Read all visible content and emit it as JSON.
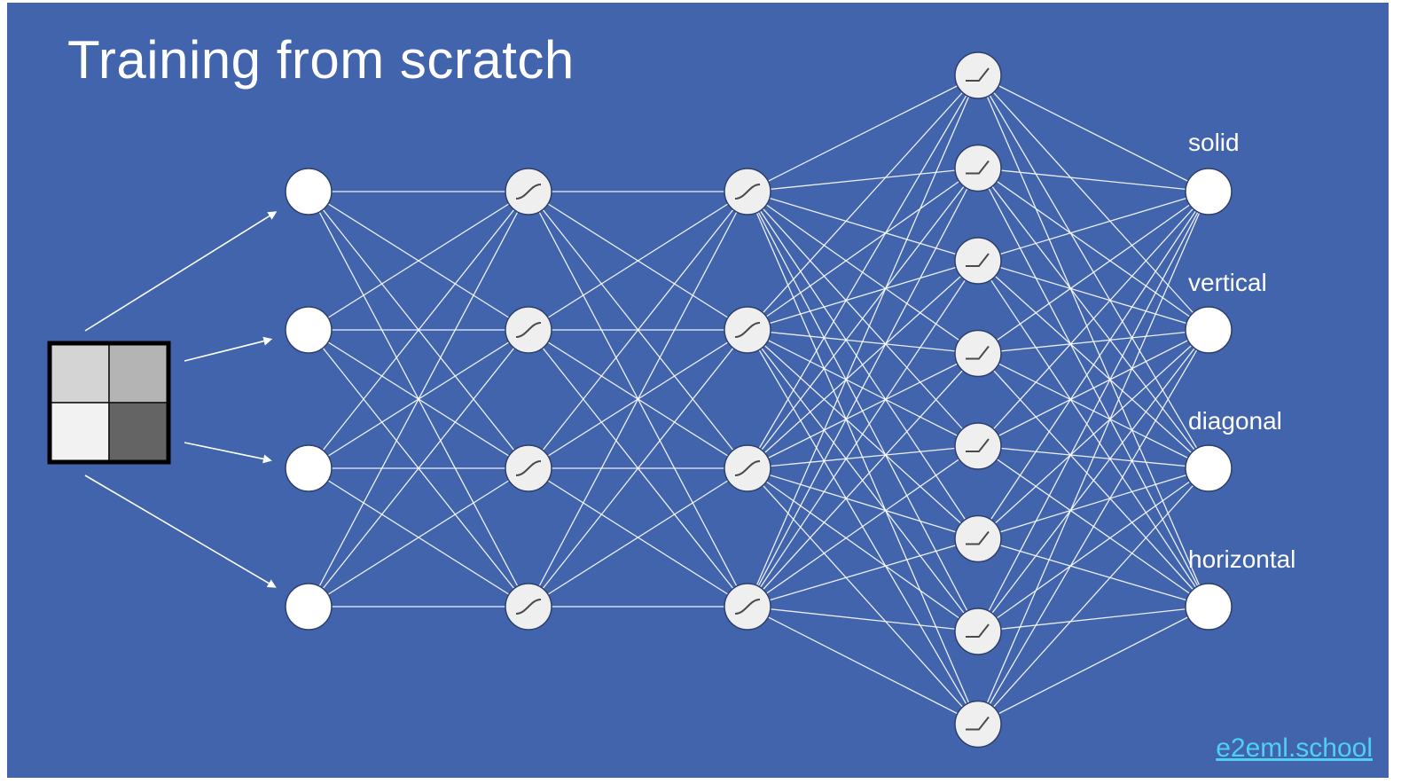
{
  "slide": {
    "title": "Training from scratch",
    "link_text": "e2eml.school"
  },
  "network": {
    "input_pixels": [
      "#d4d4d4",
      "#b4b4b4",
      "#f2f2f2",
      "#646464"
    ],
    "layers": [
      {
        "count": 4,
        "activation": "none"
      },
      {
        "count": 4,
        "activation": "sigmoid"
      },
      {
        "count": 4,
        "activation": "sigmoid"
      },
      {
        "count": 8,
        "activation": "relu"
      },
      {
        "count": 4,
        "activation": "none"
      }
    ],
    "output_labels": [
      "solid",
      "vertical",
      "diagonal",
      "horizontal"
    ]
  },
  "colors": {
    "background": "#4264ad",
    "line": "#ffffff",
    "node_fill": "#ffffff",
    "hidden_node_fill": "#efefef",
    "link": "#4fd0f0"
  }
}
